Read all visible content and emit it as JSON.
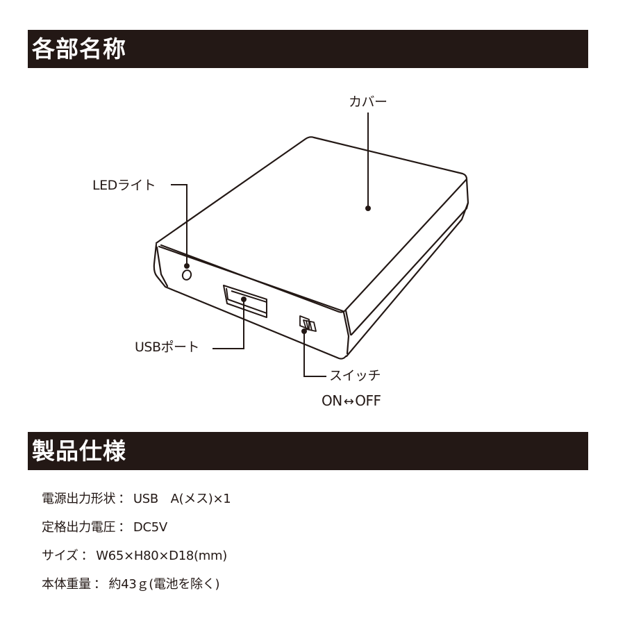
{
  "sections": {
    "parts": {
      "title": "各部名称"
    },
    "spec": {
      "title": "製品仕様"
    }
  },
  "diagram": {
    "device": "mobile-battery-usb-box",
    "callouts": {
      "cover": "カバー",
      "led_light": "LEDライト",
      "usb_port": "USBポート",
      "switch": "スイッチ",
      "switch_on": "ON",
      "switch_arrow": "↔",
      "switch_off": "OFF"
    }
  },
  "specs": [
    {
      "label": "電源出力形状",
      "separator": "：",
      "value": "USB　A(メス)×1"
    },
    {
      "label": "定格出力電圧",
      "separator": "：",
      "value": "DC5V"
    },
    {
      "label": "サイズ",
      "separator": "：",
      "value": "W65×H80×D18(mm)"
    },
    {
      "label": "本体重量",
      "separator": "：",
      "value": "約43ｇ(電池を除く)"
    }
  ],
  "colors": {
    "header_bg": "#231815",
    "header_text": "#ffffff",
    "line": "#231815"
  }
}
